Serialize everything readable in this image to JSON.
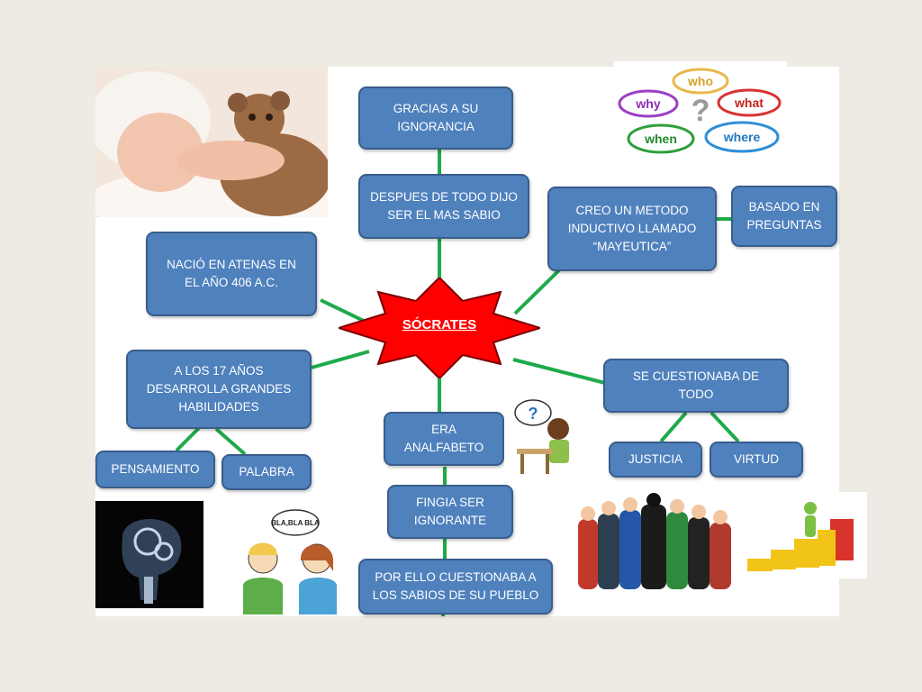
{
  "center": {
    "label": "SÓCRATES"
  },
  "boxes": {
    "gracias": [
      "GRACIAS A SU",
      "IGNORANCIA"
    ],
    "despues": [
      "DESPUES DE TODO DIJO",
      "SER EL MAS SABIO"
    ],
    "creo": [
      "CREO UN METODO",
      "INDUCTIVO LLAMADO",
      "“MAYEUTICA”"
    ],
    "basado": [
      "BASADO EN",
      "PREGUNTAS"
    ],
    "nacio": [
      "NACIÓ EN ATENAS EN",
      "EL AÑO 406 A.C."
    ],
    "alos17": [
      "A LOS 17 AÑOS",
      "DESARROLLA GRANDES",
      "HABILIDADES"
    ],
    "pensamiento": "PENSAMIENTO",
    "palabra": "PALABRA",
    "cuestionaba": [
      "SE CUESTIONABA DE",
      "TODO"
    ],
    "justicia": "JUSTICIA",
    "virtud": "VIRTUD",
    "analfabeto": [
      "ERA",
      "ANALFABETO"
    ],
    "fingia": [
      "FINGIA SER",
      "IGNORANTE"
    ],
    "porello": [
      "POR ELLO CUESTIONABA A",
      "LOS SABIOS DE SU PUEBLO"
    ]
  },
  "images": {
    "questions": {
      "who": "who",
      "why": "why",
      "what": "what",
      "when": "when",
      "where": "where"
    },
    "speech_bubble": "BLA,BLA BLA"
  },
  "colors": {
    "box_fill": "#4F81BD",
    "box_border": "#385D8A",
    "connector": "#1FAA4A",
    "star_fill": "#FF0000"
  }
}
